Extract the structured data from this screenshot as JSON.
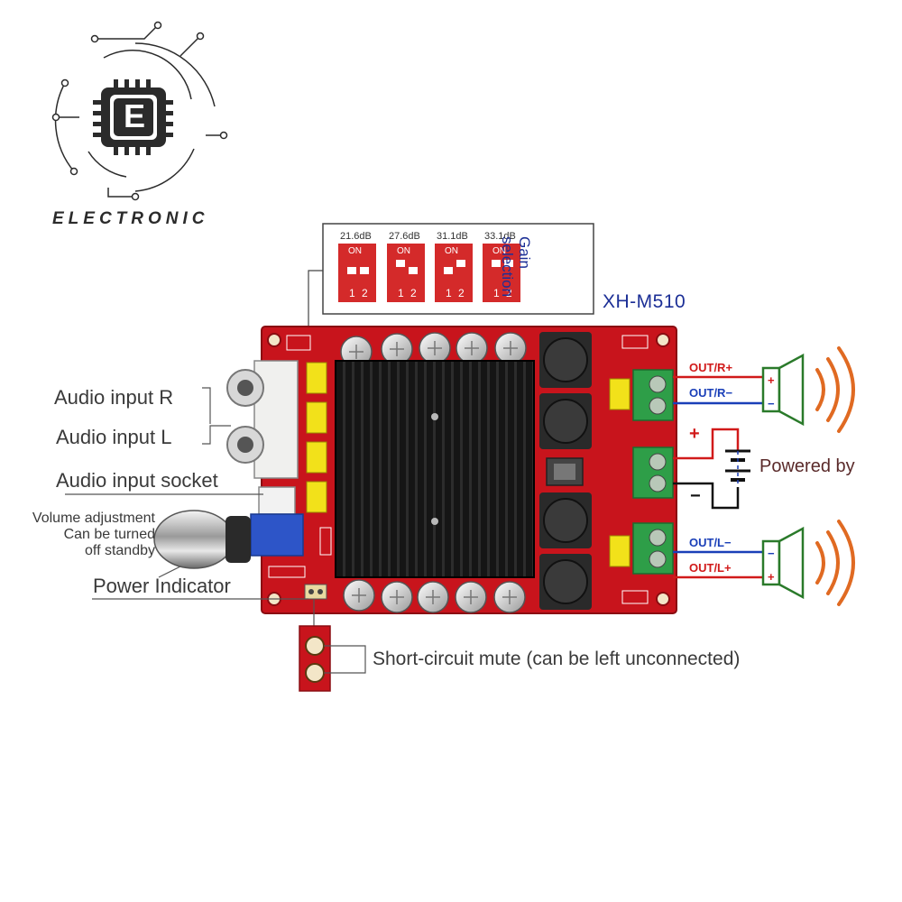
{
  "brand": {
    "name": "ELECTRONIC",
    "logo_letter": "E"
  },
  "gain_box": {
    "title_line1": "Gain",
    "title_line2": "selection",
    "model": "XH-M510",
    "settings": [
      {
        "db": "21.6dB",
        "on": "ON",
        "n1": "1",
        "n2": "2"
      },
      {
        "db": "27.6dB",
        "on": "ON",
        "n1": "1",
        "n2": "2"
      },
      {
        "db": "31.1dB",
        "on": "ON",
        "n1": "1",
        "n2": "2"
      },
      {
        "db": "33.1dB",
        "on": "ON",
        "n1": "1",
        "n2": "2"
      }
    ]
  },
  "labels": {
    "audio_input_r": "Audio input R",
    "audio_input_l": "Audio input L",
    "audio_input_socket": "Audio input socket",
    "volume_line1": "Volume adjustment",
    "volume_line2": "Can be turned",
    "volume_line3": "off standby",
    "power_indicator": "Power Indicator",
    "mute": "Short-circuit mute (can be left unconnected)",
    "powered_by": "Powered by"
  },
  "outputs": {
    "r_plus": "OUT/R+",
    "r_minus": "OUT/R−",
    "l_minus": "OUT/L−",
    "l_plus": "OUT/L+"
  },
  "power": {
    "plus": "+",
    "minus": "−"
  },
  "colors": {
    "pcb": "#c8141c",
    "heatsink": "#141414",
    "terminal": "#2e9e48",
    "capacitor": "#dcdcdc",
    "speaker_wave": "#e06a22",
    "speaker": "#2a7a2a",
    "wire_red": "#d11a1a",
    "wire_blue": "#1a3fb8",
    "label_blue": "#1c2f96"
  }
}
